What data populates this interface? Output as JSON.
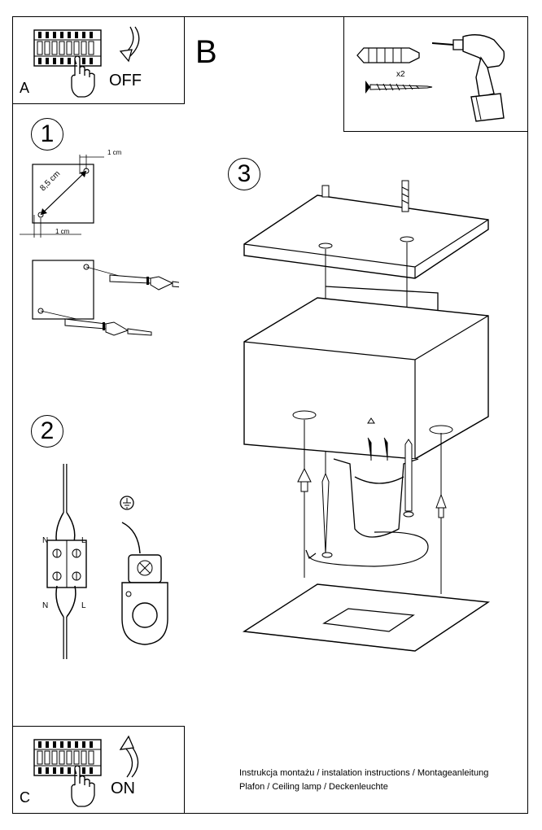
{
  "panel_a": {
    "letter": "A",
    "action": "OFF"
  },
  "panel_b": {
    "letter": "B",
    "screw_count": "x2"
  },
  "panel_c": {
    "letter": "C",
    "action": "ON"
  },
  "steps": [
    {
      "number": "1"
    },
    {
      "number": "2"
    },
    {
      "number": "3"
    }
  ],
  "step1": {
    "diagonal": "8,5 cm",
    "offset_top": "1 cm",
    "offset_bottom": "1 cm"
  },
  "step2": {
    "neutral_top": "N",
    "live_top": "L",
    "neutral_bottom": "N",
    "live_bottom": "L"
  },
  "caption": {
    "line1": "Instrukcja montażu / instalation instructions / Montageanleitung",
    "line2": "Plafon / Ceiling lamp / Deckenleuchte"
  }
}
